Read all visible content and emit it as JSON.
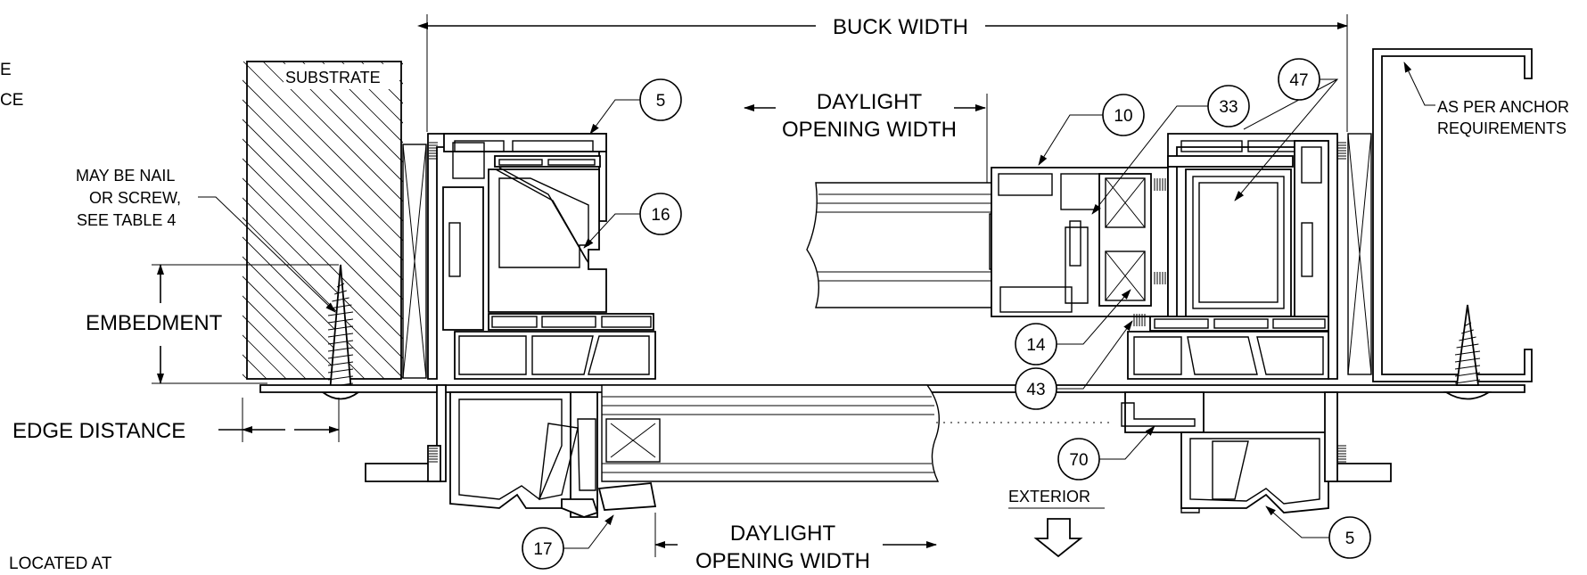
{
  "labels": {
    "top_left_partial_1": "E",
    "top_left_partial_2": "CE",
    "bottom_left_partial": "LOCATED AT",
    "buck_width": "BUCK WIDTH",
    "substrate": "SUBSTRATE",
    "nail_note_1": "MAY BE NAIL",
    "nail_note_2": "OR SCREW,",
    "nail_note_3": "SEE TABLE 4",
    "embedment": "EMBEDMENT",
    "edge_distance": "EDGE DISTANCE",
    "daylight_top_1": "DAYLIGHT",
    "daylight_top_2": "OPENING WIDTH",
    "daylight_bottom_1": "DAYLIGHT",
    "daylight_bottom_2": "OPENING WIDTH",
    "anchor_note_1": "AS PER ANCHOR",
    "anchor_note_2": "REQUIREMENTS",
    "exterior": "EXTERIOR"
  },
  "callouts": [
    "5",
    "16",
    "10",
    "33",
    "47",
    "14",
    "43",
    "70",
    "17",
    "5"
  ]
}
